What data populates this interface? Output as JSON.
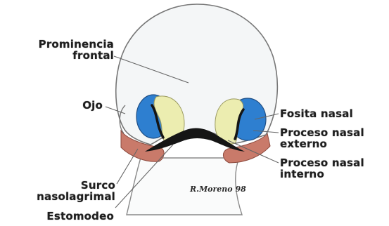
{
  "labels": {
    "prominencia_line1": "Prominencia",
    "prominencia_line2": "frontal",
    "ojo": "Ojo",
    "fosita_nasal": "Fosita nasal",
    "proceso_externo_line1": "Proceso nasal",
    "proceso_externo_line2": "externo",
    "proceso_interno_line1": "Proceso nasal",
    "proceso_interno_line2": "interno",
    "surco_line1": "Surco",
    "surco_line2": "nasolagrimal",
    "estomodeo": "Estomodeo"
  },
  "signature": "R.Moreno 98",
  "colors": {
    "outline": "#777777",
    "head_fill": "#f4f6f7",
    "nasal_pit_blue": "#2e7fd0",
    "nasal_process_yellow": "#ecedb0",
    "tissue_red": "#c97a6a",
    "mouth_dark": "#151515",
    "label_text": "#1e1e1e"
  }
}
